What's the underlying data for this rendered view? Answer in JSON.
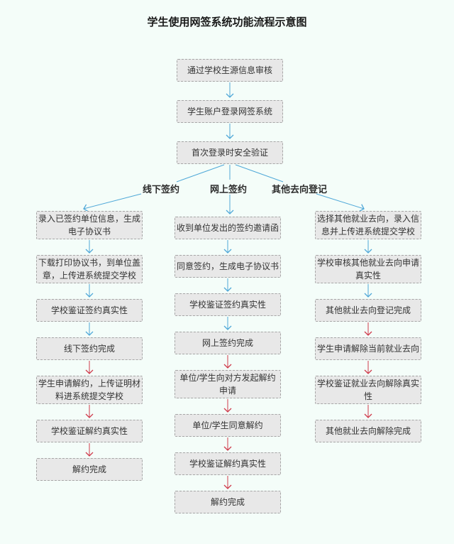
{
  "title": "学生使用网签系统功能流程示意图",
  "colors": {
    "arrow_blue": "#4fa8d8",
    "arrow_red": "#cf3a4b",
    "node_fill": "#e8e8e8",
    "node_border": "#a6a6a6",
    "background": "#f4fdf9"
  },
  "top_flow": {
    "nodes": [
      "通过学校生源信息审核",
      "学生账户登录网签系统",
      "首次登录时安全验证"
    ]
  },
  "branches": {
    "offline": {
      "label": "线下签约",
      "nodes": [
        "录入已签约单位信息，生成电子协议书",
        "下载打印协议书，到单位盖章，上传进系统提交学校",
        "学校鉴证签约真实性",
        "线下签约完成",
        "学生申请解约，上传证明材料进系统提交学校",
        "学校鉴证解约真实性",
        "解约完成"
      ]
    },
    "online": {
      "label": "网上签约",
      "nodes": [
        "收到单位发出的签约邀请函",
        "同意签约，生成电子协议书",
        "学校鉴证签约真实性",
        "网上签约完成",
        "单位/学生向对方发起解约申请",
        "单位/学生同意解约",
        "学校鉴证解约真实性",
        "解约完成"
      ]
    },
    "other": {
      "label": "其他去向登记",
      "nodes": [
        "选择其他就业去向，录入信息并上传进系统提交学校",
        "学校审核其他就业去向申请真实性",
        "其他就业去向登记完成",
        "学生申请解除当前就业去向",
        "学校鉴证就业去向解除真实性",
        "其他就业去向解除完成"
      ]
    }
  }
}
